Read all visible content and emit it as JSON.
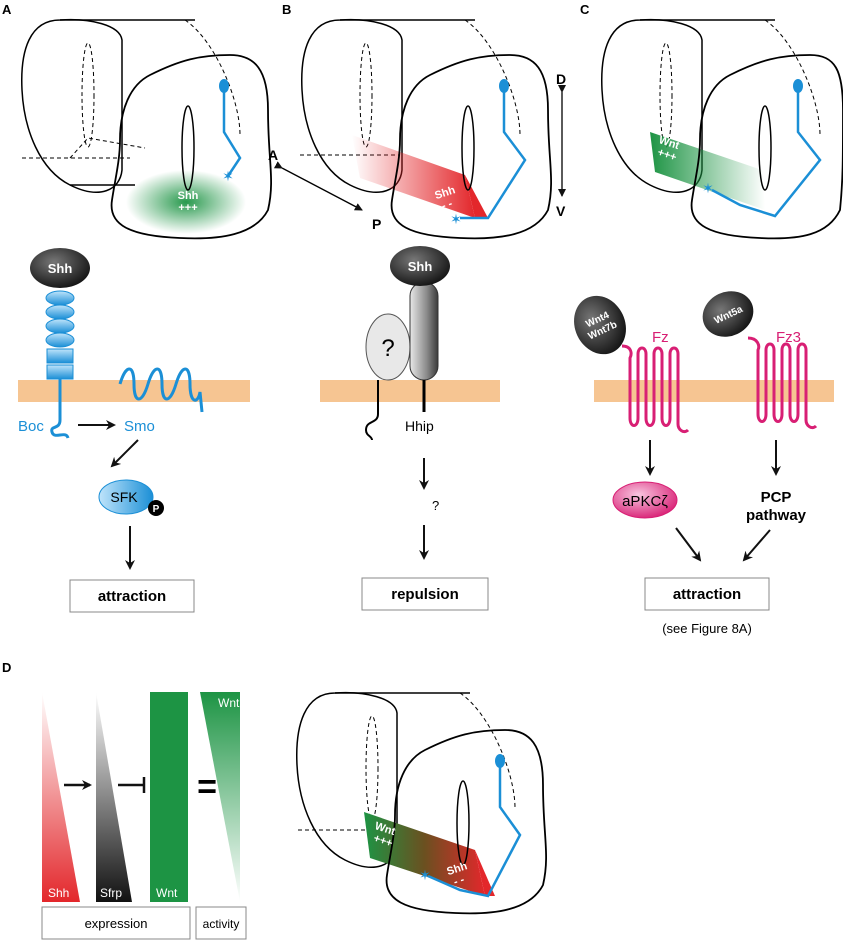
{
  "panels": {
    "A": {
      "letter": "A",
      "floor_plate_label": "Shh",
      "floor_plate_level": "+++",
      "receptor_ligand": "Shh",
      "receptor": "Boc",
      "coreceptor": "Smo",
      "kinase": "SFK",
      "phospho": "P",
      "outcome": "attraction"
    },
    "B": {
      "letter": "B",
      "gradient_label": "Shh",
      "gradient_level": "- -",
      "axis_a": "A",
      "axis_p": "P",
      "axis_d": "D",
      "axis_v": "V",
      "ligand": "Shh",
      "unknown": "?",
      "receptor": "Hhip",
      "unknown_step": "?",
      "outcome": "repulsion"
    },
    "C": {
      "letter": "C",
      "gradient_label": "Wnt",
      "gradient_level": "+++",
      "ligand1_line1": "Wnt4",
      "ligand1_line2": "Wnt7b",
      "ligand2": "Wnt5a",
      "receptor1": "Fz",
      "receptor2": "Fz3",
      "effector": "aPKCζ",
      "pathway_line1": "PCP",
      "pathway_line2": "pathway",
      "outcome": "attraction",
      "note": "(see Figure 8A)"
    },
    "D": {
      "letter": "D",
      "bar1": "Shh",
      "bar2": "Sfrp",
      "bar3": "Wnt",
      "bar4": "Wnt",
      "equals": "=",
      "box1": "expression",
      "box2": "activity",
      "tube_wnt": "Wnt",
      "tube_wnt_level": "+++",
      "tube_shh": "Shh",
      "tube_shh_level": "- -"
    }
  },
  "colors": {
    "shh_red": "#e3272b",
    "wnt_green": "#1d9444",
    "axon_blue": "#1b8fd6",
    "membrane": "#f6c592",
    "fz_magenta": "#d81f74"
  }
}
